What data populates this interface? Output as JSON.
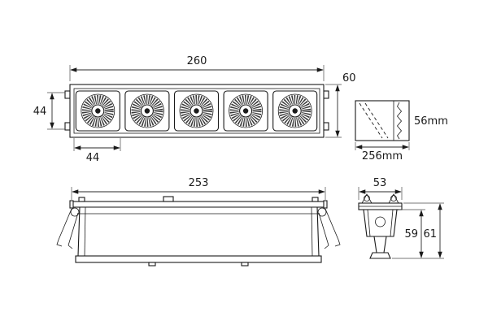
{
  "drawing": {
    "background": "#ffffff",
    "line_color": "#1a1a1a",
    "views": {
      "top": {
        "length": "260",
        "height": "60",
        "side_height": "44",
        "module_width": "44"
      },
      "profile": {
        "height": "56mm",
        "length": "256mm"
      },
      "front": {
        "length": "253"
      },
      "end": {
        "width": "53",
        "depth_inner": "59",
        "depth_overall": "61"
      }
    }
  }
}
